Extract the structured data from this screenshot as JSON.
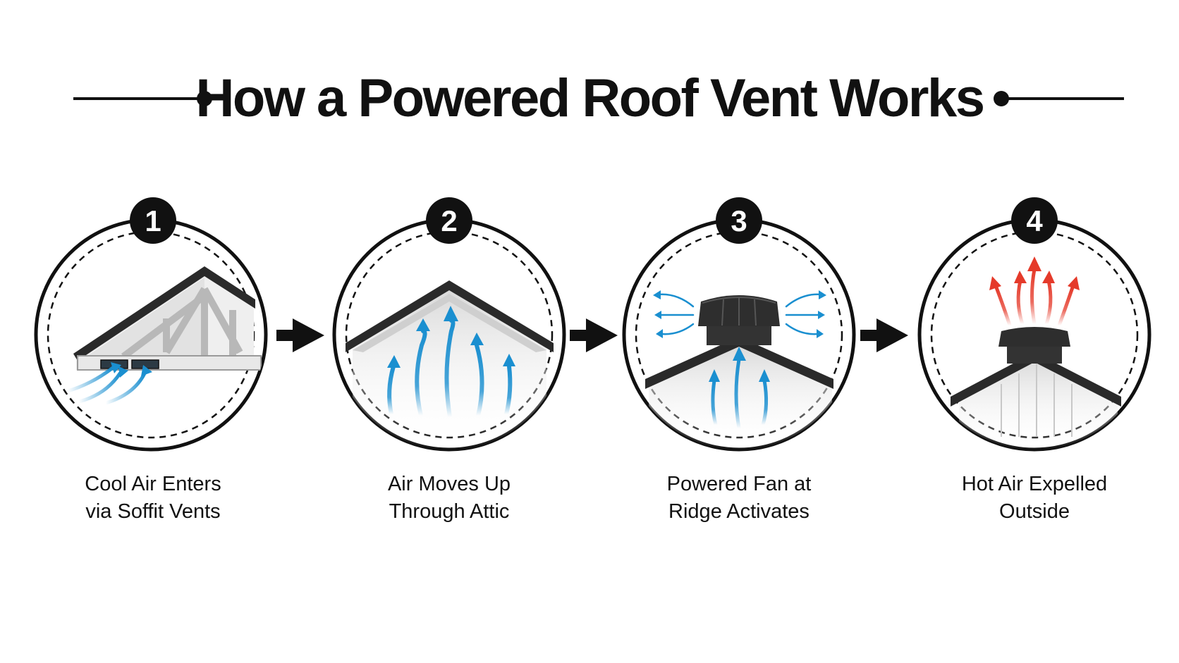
{
  "title": "How a Powered Roof Vent Works",
  "colors": {
    "ink": "#111111",
    "cool_air": "#1a8fd0",
    "hot_air": "#e53a2a",
    "roof": "#2a2a2a",
    "fan": "#2e2e2e"
  },
  "steps": [
    {
      "number": "1",
      "label_line1": "Cool Air Enters",
      "label_line2": "via Soffit Vents",
      "icon": "soffit-vent-icon"
    },
    {
      "number": "2",
      "label_line1": "Air Moves Up",
      "label_line2": "Through Attic",
      "icon": "rising-air-icon"
    },
    {
      "number": "3",
      "label_line1": "Powered Fan at",
      "label_line2": "Ridge Activates",
      "icon": "ridge-fan-icon"
    },
    {
      "number": "4",
      "label_line1": "Hot Air Expelled",
      "label_line2": "Outside",
      "icon": "hot-air-exhaust-icon"
    }
  ],
  "connectors": [
    "right-arrow-icon",
    "right-arrow-icon",
    "right-arrow-icon"
  ]
}
